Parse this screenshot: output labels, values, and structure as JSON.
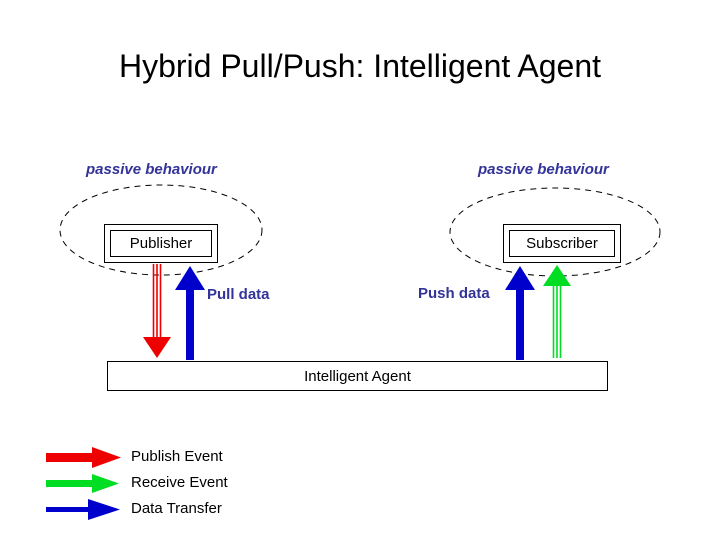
{
  "slide": {
    "title": "Hybrid Pull/Push: Intelligent Agent",
    "background": "#ffffff"
  },
  "colors": {
    "publish_event": "#ee0000",
    "receive_event": "#00dd22",
    "data_transfer": "#0000cc",
    "annotation_text": "#333399",
    "outline": "#000000",
    "node_text": "#000000"
  },
  "nodes": {
    "publisher": {
      "label": "Publisher"
    },
    "subscriber": {
      "label": "Subscriber"
    },
    "agent": {
      "label": "Intelligent Agent"
    }
  },
  "annotations": {
    "passive_left": "passive behaviour",
    "passive_right": "passive behaviour",
    "pull_data": "Pull data",
    "push_data": "Push data"
  },
  "arrows": [
    {
      "name": "publish-event-arrow",
      "from": "Publisher",
      "to": "Intelligent Agent",
      "direction": "down",
      "color": "#ee0000",
      "style": "striped"
    },
    {
      "name": "pull-data-arrow",
      "from": "Intelligent Agent",
      "to": "Publisher",
      "direction": "up",
      "color": "#0000cc",
      "style": "solid"
    },
    {
      "name": "push-data-arrow",
      "from": "Intelligent Agent",
      "to": "Subscriber",
      "direction": "up",
      "color": "#0000cc",
      "style": "solid"
    },
    {
      "name": "receive-event-arrow",
      "from": "Intelligent Agent",
      "to": "Subscriber",
      "direction": "up",
      "color": "#00dd22",
      "style": "striped"
    }
  ],
  "legend": {
    "items": [
      {
        "label": "Publish Event",
        "color": "#ee0000",
        "icon": "right-arrow-icon"
      },
      {
        "label": "Receive Event",
        "color": "#00dd22",
        "icon": "right-arrow-icon"
      },
      {
        "label": "Data Transfer",
        "color": "#0000cc",
        "icon": "right-arrow-icon"
      }
    ]
  }
}
